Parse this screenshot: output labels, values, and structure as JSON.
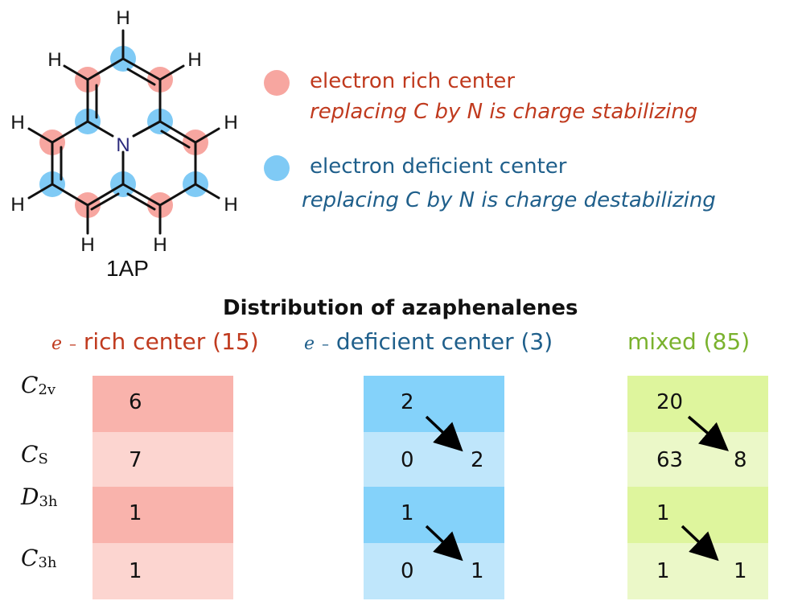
{
  "molecule": {
    "name": "1AP",
    "center_atom": "N",
    "h_label": "H"
  },
  "legend": {
    "rich": {
      "title": "electron rich center",
      "subtitle": "replacing C by N is charge stabilizing",
      "color": "#f7a6a0"
    },
    "deficient": {
      "title": "electron deficient center",
      "subtitle": "replacing C by N is charge destabilizing",
      "color": "#7fcaf5"
    }
  },
  "distribution": {
    "title": "Distribution of azaphenalenes",
    "symmetry_labels": [
      {
        "main": "C",
        "sub": "2v"
      },
      {
        "main": "C",
        "sub": "S"
      },
      {
        "main": "D",
        "sub": "3h"
      },
      {
        "main": "C",
        "sub": "3h"
      }
    ],
    "columns": [
      {
        "e_symbol": "e",
        "e_dash": "–",
        "label": "rich center (15)",
        "color": "#c03a1e",
        "cell_dark": "#f9b3ac",
        "cell_light": "#fcd5d0",
        "rows": [
          {
            "left": "6",
            "right": ""
          },
          {
            "left": "7",
            "right": ""
          },
          {
            "left": "1",
            "right": ""
          },
          {
            "left": "1",
            "right": ""
          }
        ]
      },
      {
        "e_symbol": "e",
        "e_dash": "–",
        "label": "deficient center (3)",
        "color": "#1f5f8b",
        "cell_dark": "#84d2fa",
        "cell_light": "#bfe6fb",
        "rows": [
          {
            "left": "2",
            "right": ""
          },
          {
            "left": "0",
            "right": "2"
          },
          {
            "left": "1",
            "right": ""
          },
          {
            "left": "0",
            "right": "1"
          }
        ]
      },
      {
        "e_symbol": "",
        "e_dash": "",
        "label": "mixed (85)",
        "color": "#7ab22e",
        "cell_dark": "#def59d",
        "cell_light": "#ebf8c8",
        "rows": [
          {
            "left": "20",
            "right": ""
          },
          {
            "left": "63",
            "right": "8"
          },
          {
            "left": "1",
            "right": ""
          },
          {
            "left": "1",
            "right": "1"
          }
        ]
      }
    ]
  }
}
